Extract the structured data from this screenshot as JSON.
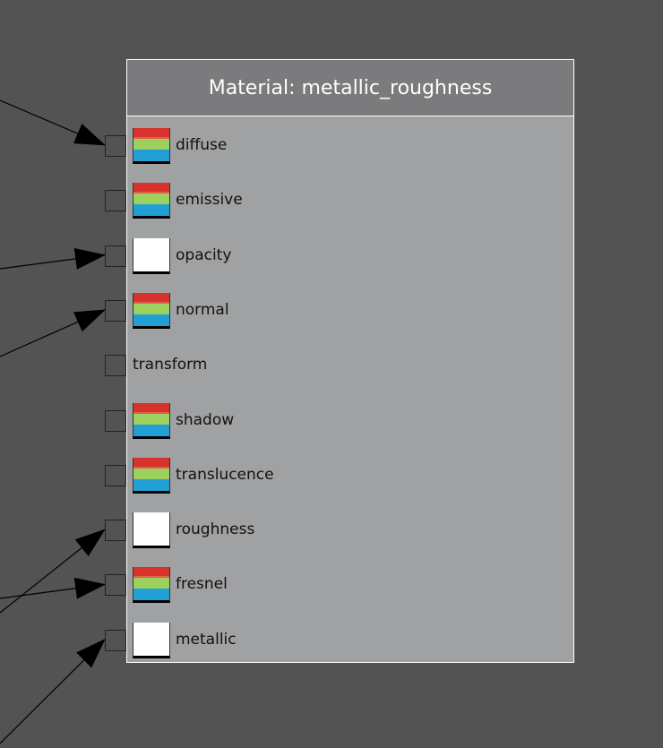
{
  "node": {
    "title": "Material: metallic_roughness",
    "inputs": [
      {
        "label": "diffuse",
        "swatch": "rgb",
        "connected": true
      },
      {
        "label": "emissive",
        "swatch": "rgb",
        "connected": false
      },
      {
        "label": "opacity",
        "swatch": "white",
        "connected": true
      },
      {
        "label": "normal",
        "swatch": "rgb",
        "connected": true
      },
      {
        "label": "transform",
        "swatch": "none",
        "connected": false
      },
      {
        "label": "shadow",
        "swatch": "rgb",
        "connected": false
      },
      {
        "label": "translucence",
        "swatch": "rgb",
        "connected": false
      },
      {
        "label": "roughness",
        "swatch": "white",
        "connected": true
      },
      {
        "label": "fresnel",
        "swatch": "rgb",
        "connected": true
      },
      {
        "label": "metallic",
        "swatch": "white",
        "connected": true
      }
    ]
  },
  "colors": {
    "background": "#535353",
    "node_body": "#a0a1a3",
    "node_header": "#7b7b7d",
    "wire": "#000000"
  }
}
